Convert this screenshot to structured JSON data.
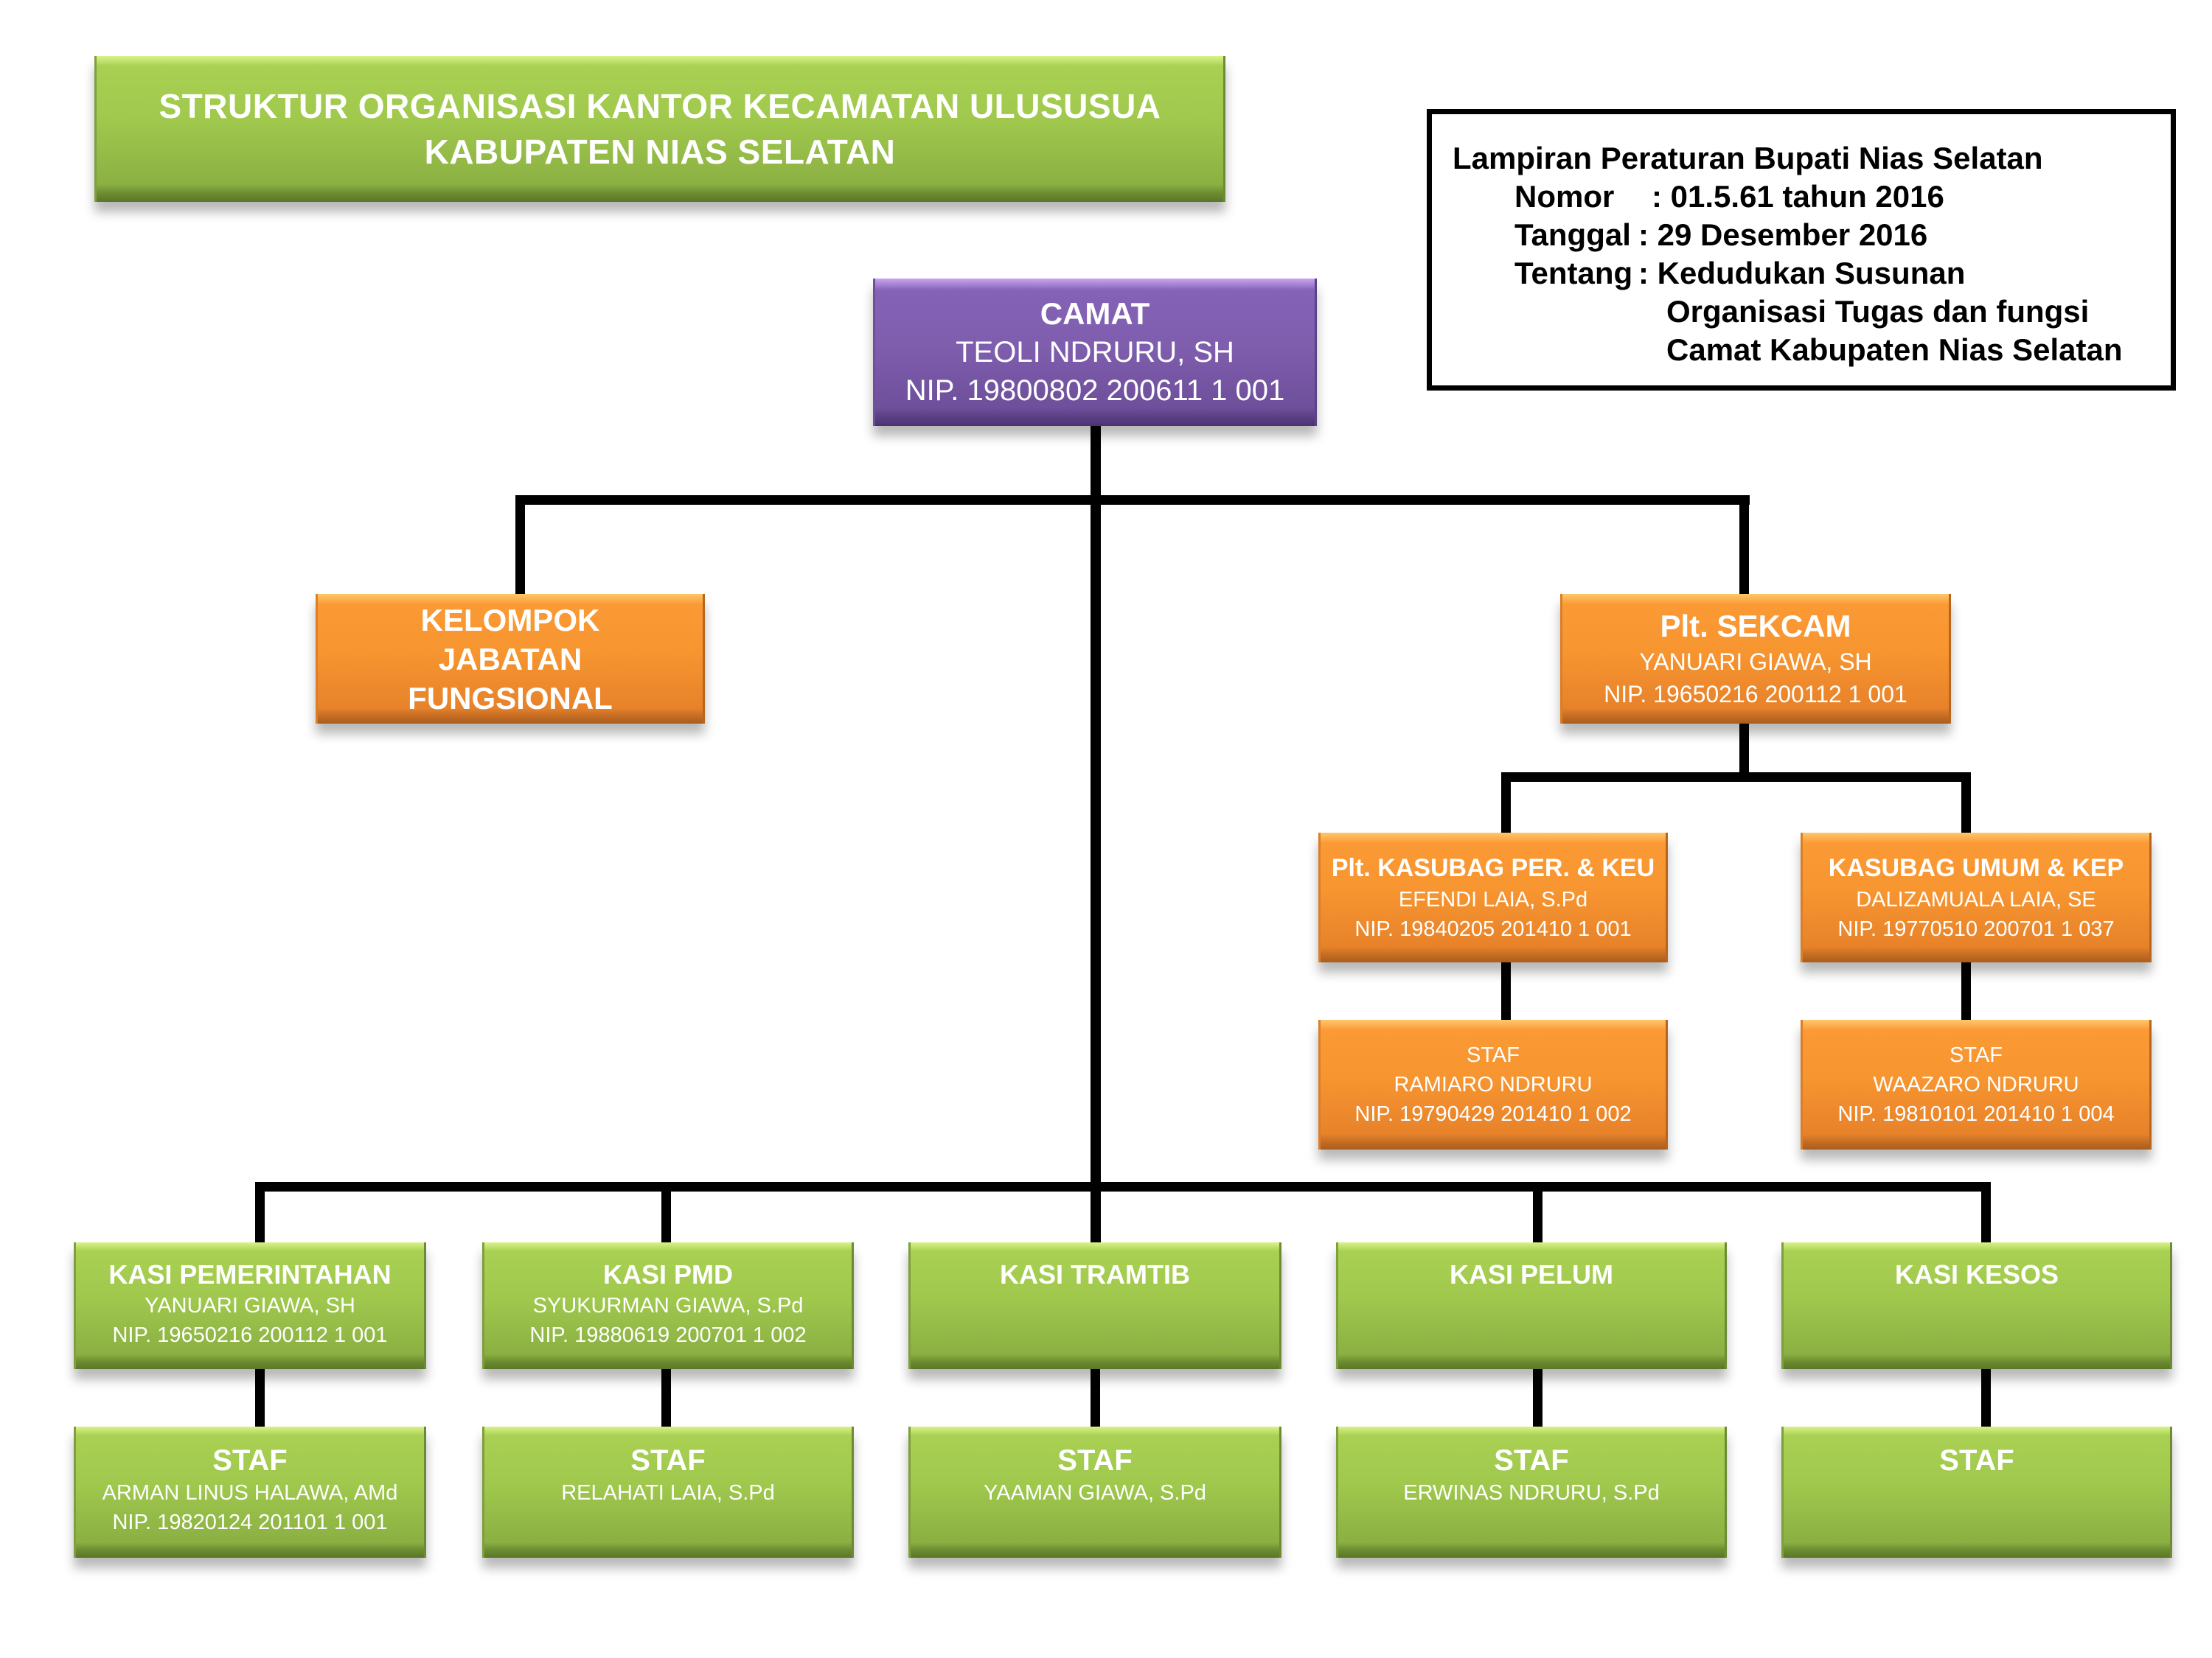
{
  "title": {
    "line1": "STRUKTUR ORGANISASI KANTOR KECAMATAN ULUSUSUA",
    "line2": "KABUPATEN NIAS SELATAN"
  },
  "reference": {
    "heading": "Lampiran Peraturan Bupati Nias Selatan",
    "nomor_label": "Nomor",
    "nomor_value": ": 01.5.61 tahun 2016",
    "tanggal_label": "Tanggal",
    "tanggal_value": ": 29 Desember 2016",
    "tentang_label": "Tentang",
    "tentang_value_1": ": Kedudukan Susunan",
    "tentang_value_2": "Organisasi Tugas dan fungsi",
    "tentang_value_3": "Camat Kabupaten Nias Selatan"
  },
  "colors": {
    "top_level": "#7f5eae",
    "middle_level": "#f79530",
    "section_level": "#9fc84d",
    "connector": "#000000"
  },
  "camat": {
    "role": "CAMAT",
    "name": "TEOLI NDRURU, SH",
    "nip": "NIP. 19800802 200611 1 001"
  },
  "functional_group": {
    "line1": "KELOMPOK",
    "line2": "JABATAN",
    "line3": "FUNGSIONAL"
  },
  "sekcam": {
    "role": "Plt. SEKCAM",
    "name": "YANUARI GIAWA, SH",
    "nip": "NIP. 19650216 200112 1 001"
  },
  "subsections": [
    {
      "role": "Plt. KASUBAG  PER. & KEU",
      "name": "EFENDI LAIA, S.Pd",
      "nip": "NIP. 19840205 201410 1 001",
      "staff": {
        "role": "STAF",
        "name": "RAMIARO NDRURU",
        "nip": "NIP. 19790429 201410 1 002"
      }
    },
    {
      "role": "KASUBAG UMUM & KEP",
      "name": "DALIZAMUALA LAIA, SE",
      "nip": "NIP. 19770510 200701 1 037",
      "staff": {
        "role": "STAF",
        "name": "WAAZARO NDRURU",
        "nip": "NIP. 19810101 201410 1 004"
      }
    }
  ],
  "sections": [
    {
      "role": "KASI PEMERINTAHAN",
      "name": "YANUARI GIAWA, SH",
      "nip": "NIP. 19650216 200112 1 001",
      "staff": {
        "role": "STAF",
        "name": "ARMAN LINUS HALAWA, AMd",
        "nip": "NIP. 19820124 201101 1 001"
      }
    },
    {
      "role": "KASI PMD",
      "name": "SYUKURMAN GIAWA, S.Pd",
      "nip": "NIP. 19880619 200701 1 002",
      "staff": {
        "role": "STAF",
        "name": "RELAHATI LAIA, S.Pd",
        "nip": ""
      }
    },
    {
      "role": "KASI TRAMTIB",
      "name": "",
      "nip": "",
      "staff": {
        "role": "STAF",
        "name": "YAAMAN GIAWA, S.Pd",
        "nip": ""
      }
    },
    {
      "role": "KASI  PELUM",
      "name": "",
      "nip": "",
      "staff": {
        "role": "STAF",
        "name": "ERWINAS NDRURU, S.Pd",
        "nip": ""
      }
    },
    {
      "role": "KASI KESOS",
      "name": "",
      "nip": "",
      "staff": {
        "role": "STAF",
        "name": "",
        "nip": ""
      }
    }
  ]
}
